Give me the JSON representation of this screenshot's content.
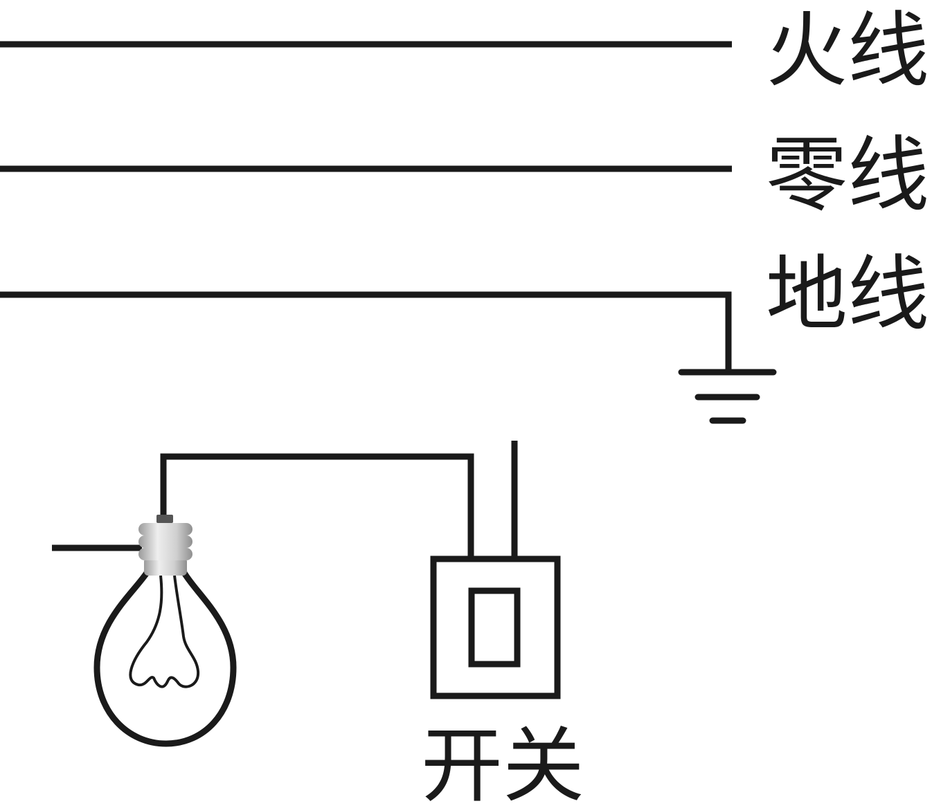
{
  "wires": {
    "live_label": "火线",
    "neutral_label": "零线",
    "ground_label": "地线"
  },
  "switch": {
    "label": "开关"
  },
  "colors": {
    "line": "#1a1a1a",
    "bulb_base_light": "#e0e0e0",
    "bulb_base_dark": "#9a9a9a",
    "bulb_tip": "#555555"
  },
  "icons": {
    "ground_symbol": "ground-symbol-icon",
    "bulb": "light-bulb-icon",
    "switch": "wall-switch-icon"
  }
}
